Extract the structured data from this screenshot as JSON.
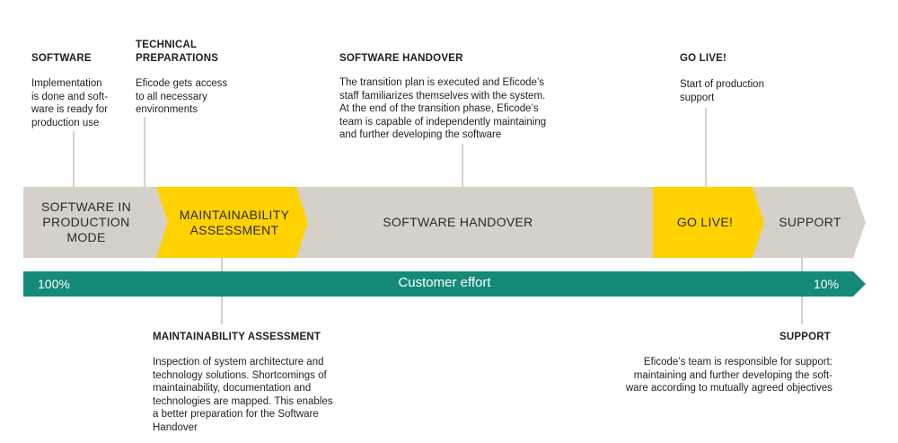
{
  "colors": {
    "band_gray": "#d6d1c8",
    "highlight_yellow": "#ffd200",
    "effort_teal": "#148a79",
    "connector": "#d6d1c8",
    "text_dark": "#1f1f1f"
  },
  "top_annotations": {
    "software": {
      "title": "SOFTWARE",
      "text": "Implementation\nis done and soft-\nware is ready for\nproduction use"
    },
    "technical": {
      "title": "TECHNICAL\nPREPARATIONS",
      "text": "Eficode gets access\nto all necessary\nenvironments"
    },
    "handover": {
      "title": "SOFTWARE HANDOVER",
      "text": "The transition plan is executed and Eficode’s\nstaff familiarizes themselves with the system.\nAt the end of the transition phase, Eficode’s\nteam is capable of independently maintaining\nand further developing the software"
    },
    "golive": {
      "title": "GO LIVE!",
      "text": "Start of production\nsupport"
    }
  },
  "stages": {
    "production": "SOFTWARE IN\nPRODUCTION\nMODE",
    "maintainability": "MAINTAINABILITY\nASSESSMENT",
    "handover": "SOFTWARE HANDOVER",
    "golive": "GO LIVE!",
    "support": "SUPPORT"
  },
  "effort_bar": {
    "label": "Customer effort",
    "start_value": "100%",
    "end_value": "10%"
  },
  "bottom_annotations": {
    "maintainability": {
      "title": "MAINTAINABILITY ASSESSMENT",
      "text": "Inspection of system architecture and\ntechnology solutions. Shortcomings of\nmaintainability, documentation and\ntechnologies are mapped. This enables\na better preparation for the Software\nHandover"
    },
    "support": {
      "title": "SUPPORT",
      "text": "Eficode’s team is responsible for support:\nmaintaining and further developing the soft-\nware according to mutually agreed objectives"
    }
  }
}
